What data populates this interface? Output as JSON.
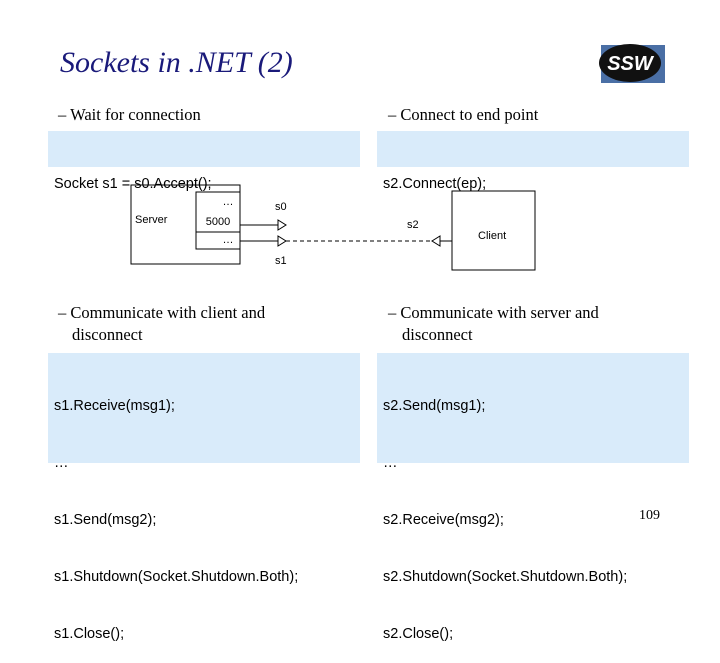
{
  "slide": {
    "title": "Sockets in .NET (2)",
    "logo_text": "SSW",
    "page_number": "109"
  },
  "top_left": {
    "heading": "– Wait for connection",
    "code": [
      "Socket s1 = s0.Accept();"
    ]
  },
  "top_right": {
    "heading": "– Connect to end point",
    "code": [
      "s2.Connect(ep);"
    ]
  },
  "diagram": {
    "server_label": "Server",
    "port_top": "…",
    "port_value": "5000",
    "port_bottom": "…",
    "s0_label": "s0",
    "s1_label": "s1",
    "s2_label": "s2",
    "client_label": "Client"
  },
  "bottom_left": {
    "heading_line1": "– Communicate with client and",
    "heading_line2": "disconnect",
    "code": [
      "s1.Receive(msg1);",
      "…",
      "s1.Send(msg2);",
      "s1.Shutdown(Socket.Shutdown.Both);",
      "s1.Close();"
    ]
  },
  "bottom_right": {
    "heading_line1": "– Communicate with server and",
    "heading_line2": "disconnect",
    "code": [
      "s2.Send(msg1);",
      "…",
      "s2.Receive(msg2);",
      "s2.Shutdown(Socket.Shutdown.Both);",
      "s2.Close();"
    ]
  },
  "colors": {
    "title": "#1a1a7a",
    "code_background": "#d9ebfa",
    "logo_background": "#4a6fa5"
  }
}
